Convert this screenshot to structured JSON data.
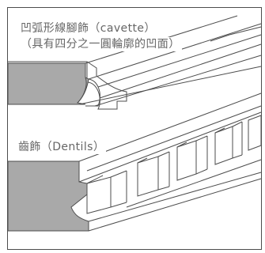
{
  "diagram": {
    "labels": {
      "cavette": "凹弧形線腳飾（cavette）",
      "cavette_description": "（具有四分之一圓輪廓的凹面）",
      "dentils": "齒飾（Dentils）"
    },
    "colors": {
      "background": "#ffffff",
      "section_fill": "#a9a9a9",
      "line": "#4d4d4d",
      "label_text": "#666666"
    }
  }
}
